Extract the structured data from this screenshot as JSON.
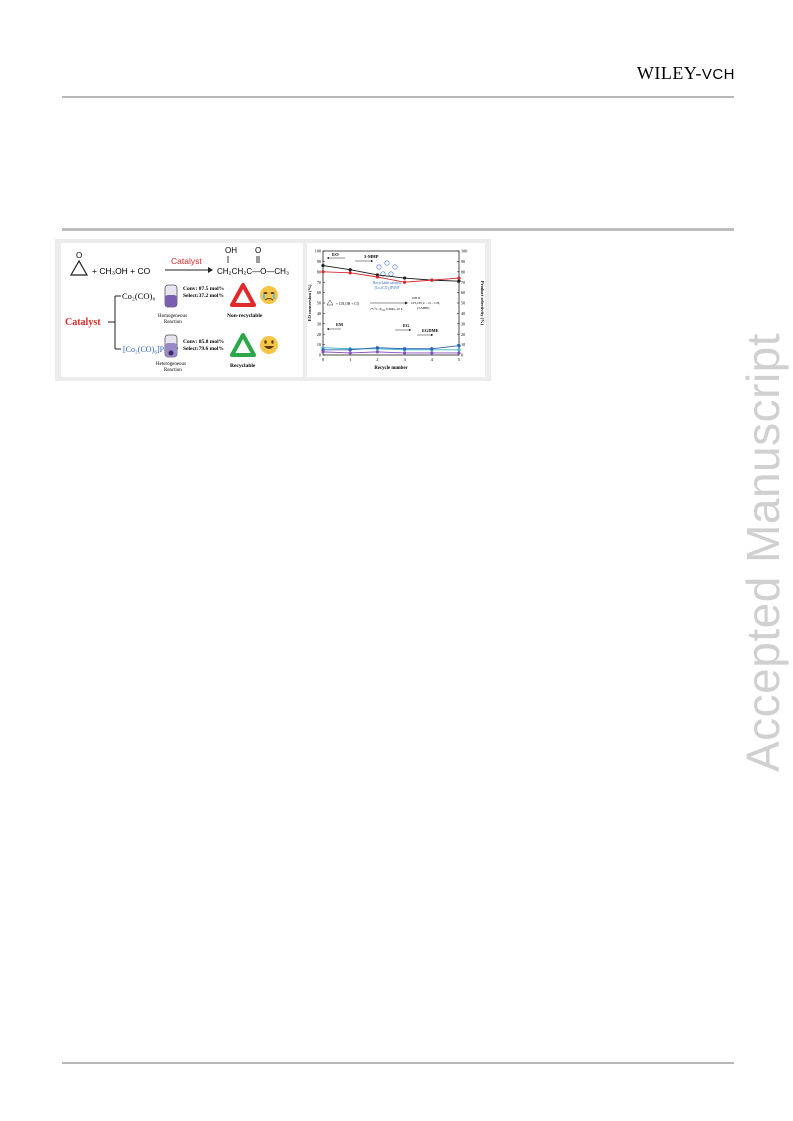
{
  "header": {
    "publisher_main": "WILEY-",
    "publisher_suffix": "VCH"
  },
  "watermark": "Accepted Manuscript",
  "figure": {
    "scheme": {
      "reactants": "+ CH₃OH + CO",
      "arrow_label": "Catalyst",
      "product_oh": "OH",
      "product_o": "O",
      "product_formula": "CH₂CH₂C—O—CH₃",
      "catalyst_branch_label": "Catalyst",
      "homogeneous": {
        "catalyst": "Co₂(CO)₈",
        "conv": "Conv: 87.5 mol%",
        "select": "Select:37.2 mol%",
        "reaction": [
          "Homogeneous",
          "Reaction"
        ],
        "recyclability": "Non-recyclable"
      },
      "heterogeneous": {
        "catalyst": "[Co₂(CO)₆]P4VP",
        "conv": "Conv: 85.8 mol%",
        "select": "Select:79.6 mol%",
        "reaction": [
          "Heterogeneous",
          "Reaction"
        ],
        "recyclability": "Recyclable"
      }
    },
    "chart_data": {
      "type": "line",
      "xlabel": "Recycle number",
      "ylabel_left": "EO conversion (%)",
      "ylabel_right": "Product selectivity (%)",
      "x": [
        0,
        1,
        2,
        3,
        4,
        5
      ],
      "xlim": [
        0,
        5
      ],
      "ylim": [
        0,
        100
      ],
      "yticks": [
        0,
        10,
        20,
        30,
        40,
        50,
        60,
        70,
        80,
        90,
        100
      ],
      "series": [
        {
          "name": "EO",
          "color": "#1a1a1a",
          "values": [
            86,
            82,
            77,
            74,
            72,
            71
          ]
        },
        {
          "name": "3-MHP",
          "color": "#d9252a",
          "values": [
            80,
            79,
            75,
            70,
            72,
            74
          ]
        },
        {
          "name": "EM",
          "color": "#3fb7c4",
          "values": [
            7,
            6,
            6,
            5,
            5,
            5
          ]
        },
        {
          "name": "EG",
          "color": "#2f60b8",
          "values": [
            5,
            5,
            7,
            6,
            6,
            9
          ]
        },
        {
          "name": "EGDME",
          "color": "#8a4fbf",
          "values": [
            3,
            2,
            3,
            2,
            2,
            2
          ]
        }
      ],
      "labels": {
        "eo": "EO",
        "mhp": "3-MHP",
        "em": "EM",
        "eg": "EG",
        "egdme": "EGDME"
      },
      "inset": {
        "catalyst_line1": "Recyclable catalyst",
        "catalyst_line2": "[Co₂(CO)₆]P4VP",
        "reaction": "+ CH₃OH + CO",
        "conditions": "75 °C, P",
        "conditions_sub": "CO",
        "conditions_tail": " 6 MPa, 10 h",
        "product_line1": "OH     O",
        "product_line2": "CH₂CH₂C – O – CH₃",
        "product_line3": "(3-MHP)"
      }
    }
  }
}
